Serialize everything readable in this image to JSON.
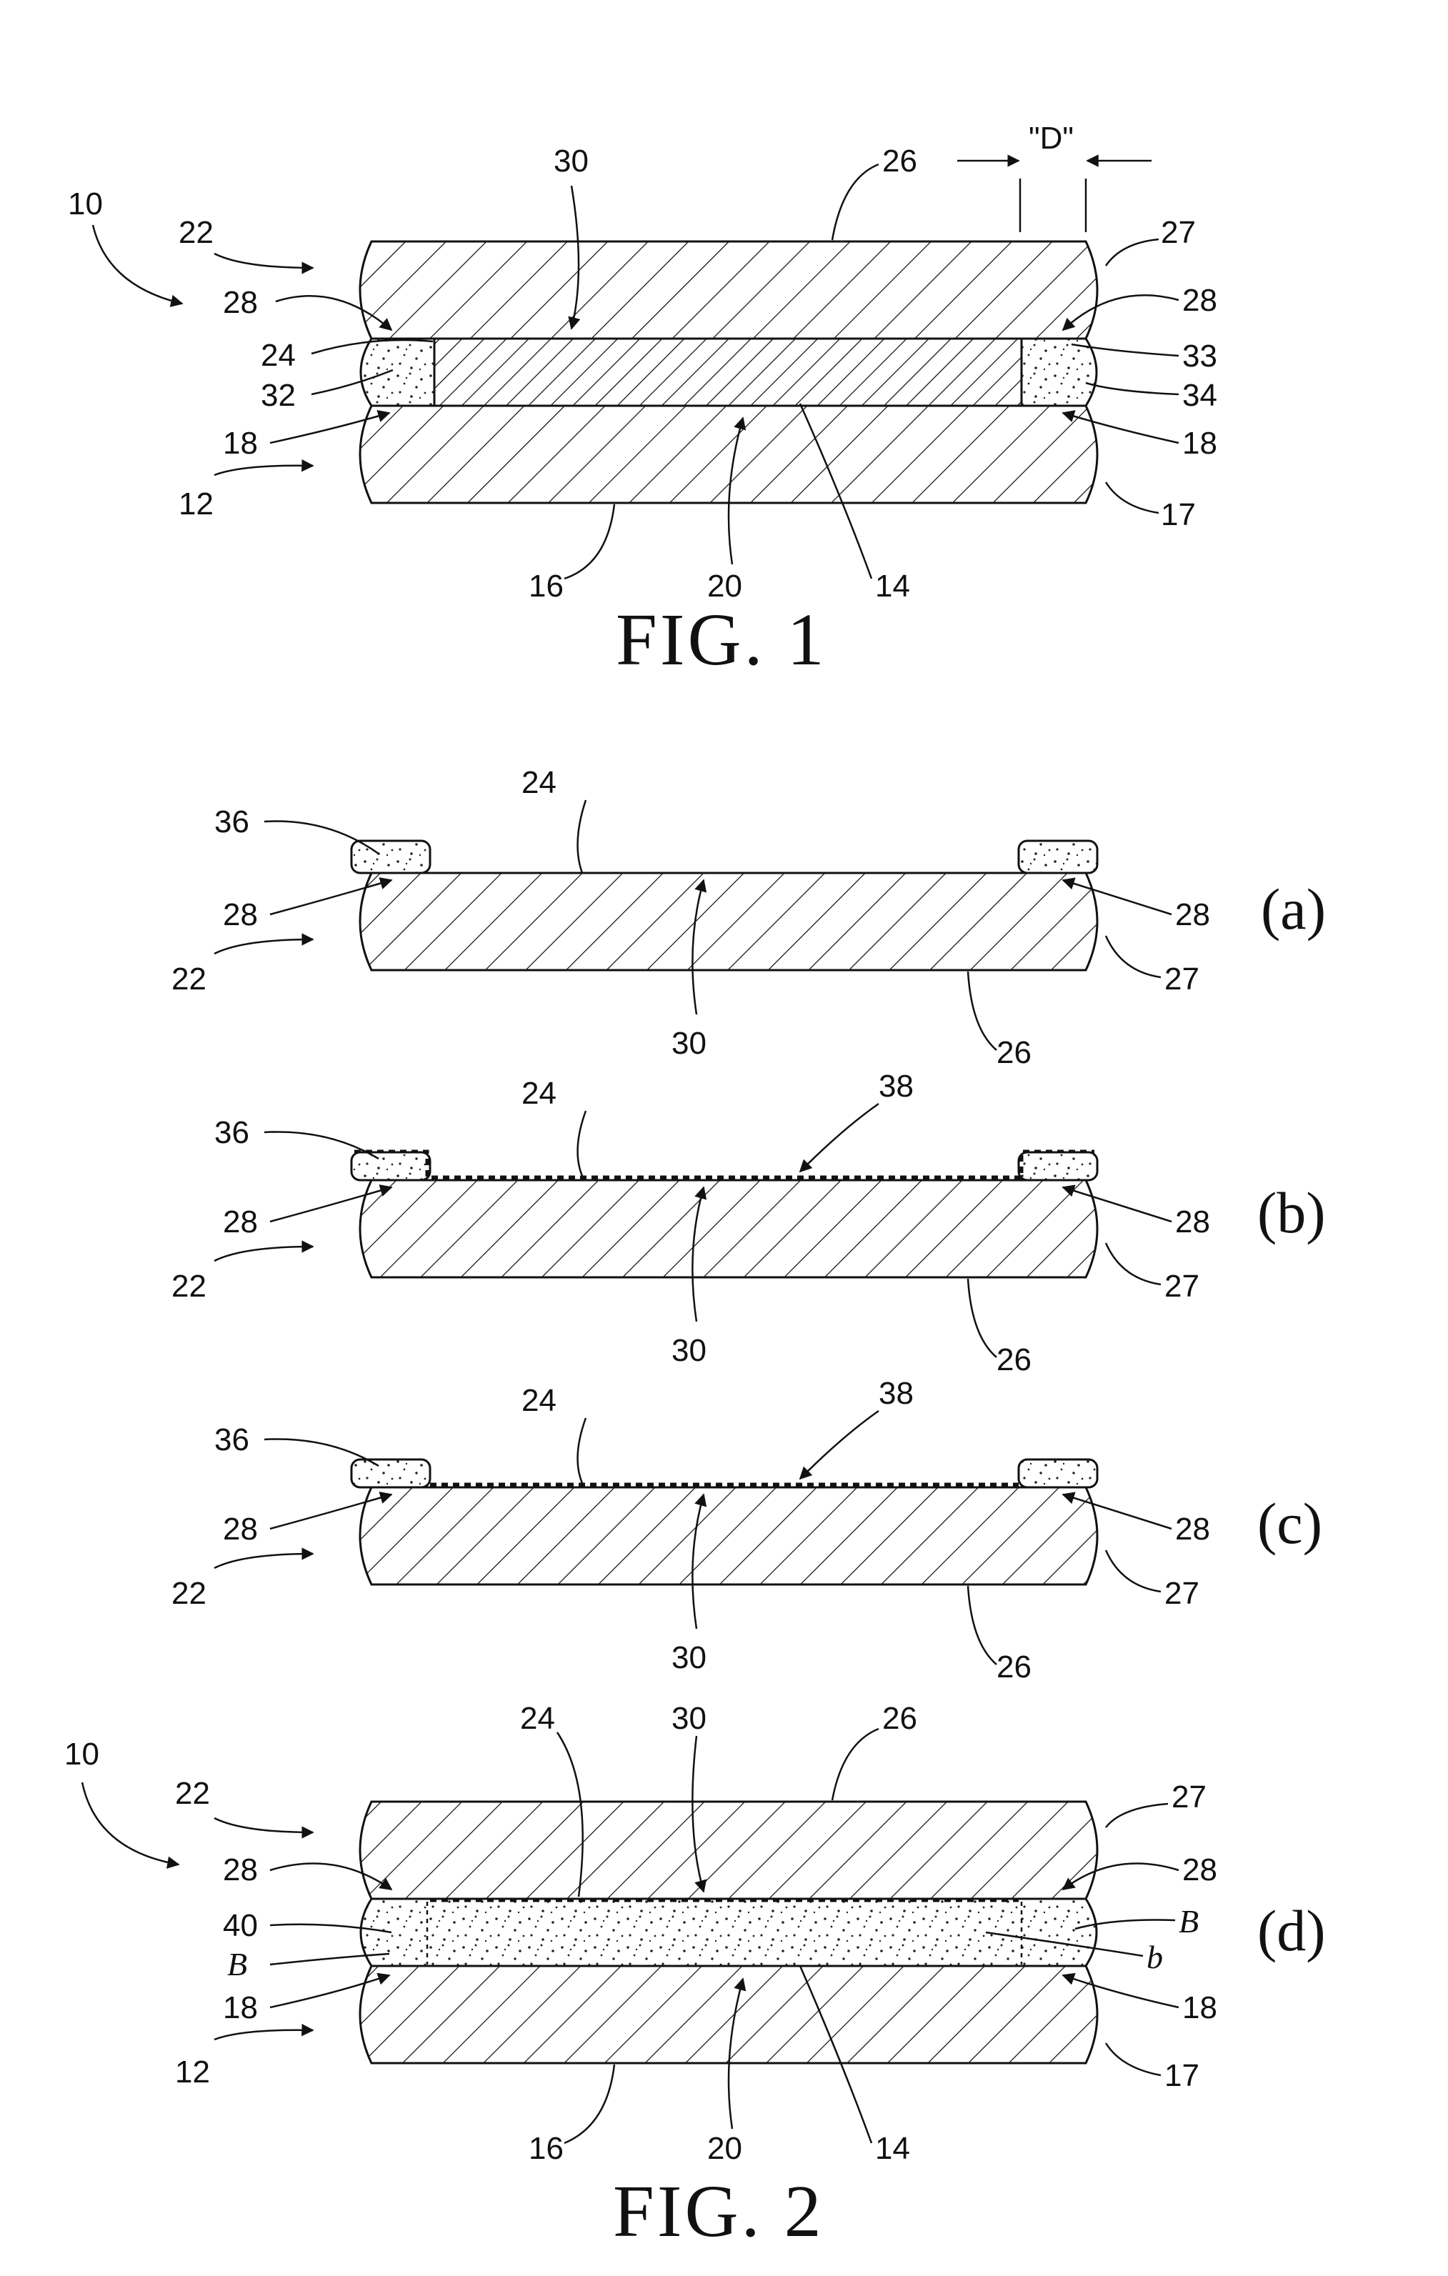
{
  "figure1": {
    "title": "FIG. 1",
    "dimension_label": "\"D\"",
    "labels": {
      "n10": "10",
      "n22": "22",
      "n28a": "28",
      "n24": "24",
      "n32": "32",
      "n18a": "18",
      "n12": "12",
      "n30": "30",
      "n26": "26",
      "n27": "27",
      "n28b": "28",
      "n33": "33",
      "n34": "34",
      "n18b": "18",
      "n17": "17",
      "n16": "16",
      "n20": "20",
      "n14": "14"
    }
  },
  "figure2": {
    "title": "FIG. 2",
    "panels": [
      {
        "tag": "(a)",
        "labels": {
          "n36": "36",
          "n24": "24",
          "n28a": "28",
          "n22": "22",
          "n30": "30",
          "n26": "26",
          "n28b": "28",
          "n27": "27"
        }
      },
      {
        "tag": "(b)",
        "labels": {
          "n36": "36",
          "n24": "24",
          "n38": "38",
          "n28a": "28",
          "n22": "22",
          "n30": "30",
          "n26": "26",
          "n28b": "28",
          "n27": "27"
        }
      },
      {
        "tag": "(c)",
        "labels": {
          "n36": "36",
          "n24": "24",
          "n38": "38",
          "n28a": "28",
          "n22": "22",
          "n30": "30",
          "n26": "26",
          "n28b": "28",
          "n27": "27"
        }
      },
      {
        "tag": "(d)",
        "labels": {
          "n10": "10",
          "n22": "22",
          "n28a": "28",
          "n40": "40",
          "nBleft": "B",
          "n18a": "18",
          "n12": "12",
          "n24": "24",
          "n30": "30",
          "n26": "26",
          "n27": "27",
          "n28b": "28",
          "nBright": "B",
          "nb": "b",
          "n18b": "18",
          "n17": "17",
          "n16": "16",
          "n20": "20",
          "n14": "14"
        }
      }
    ]
  }
}
